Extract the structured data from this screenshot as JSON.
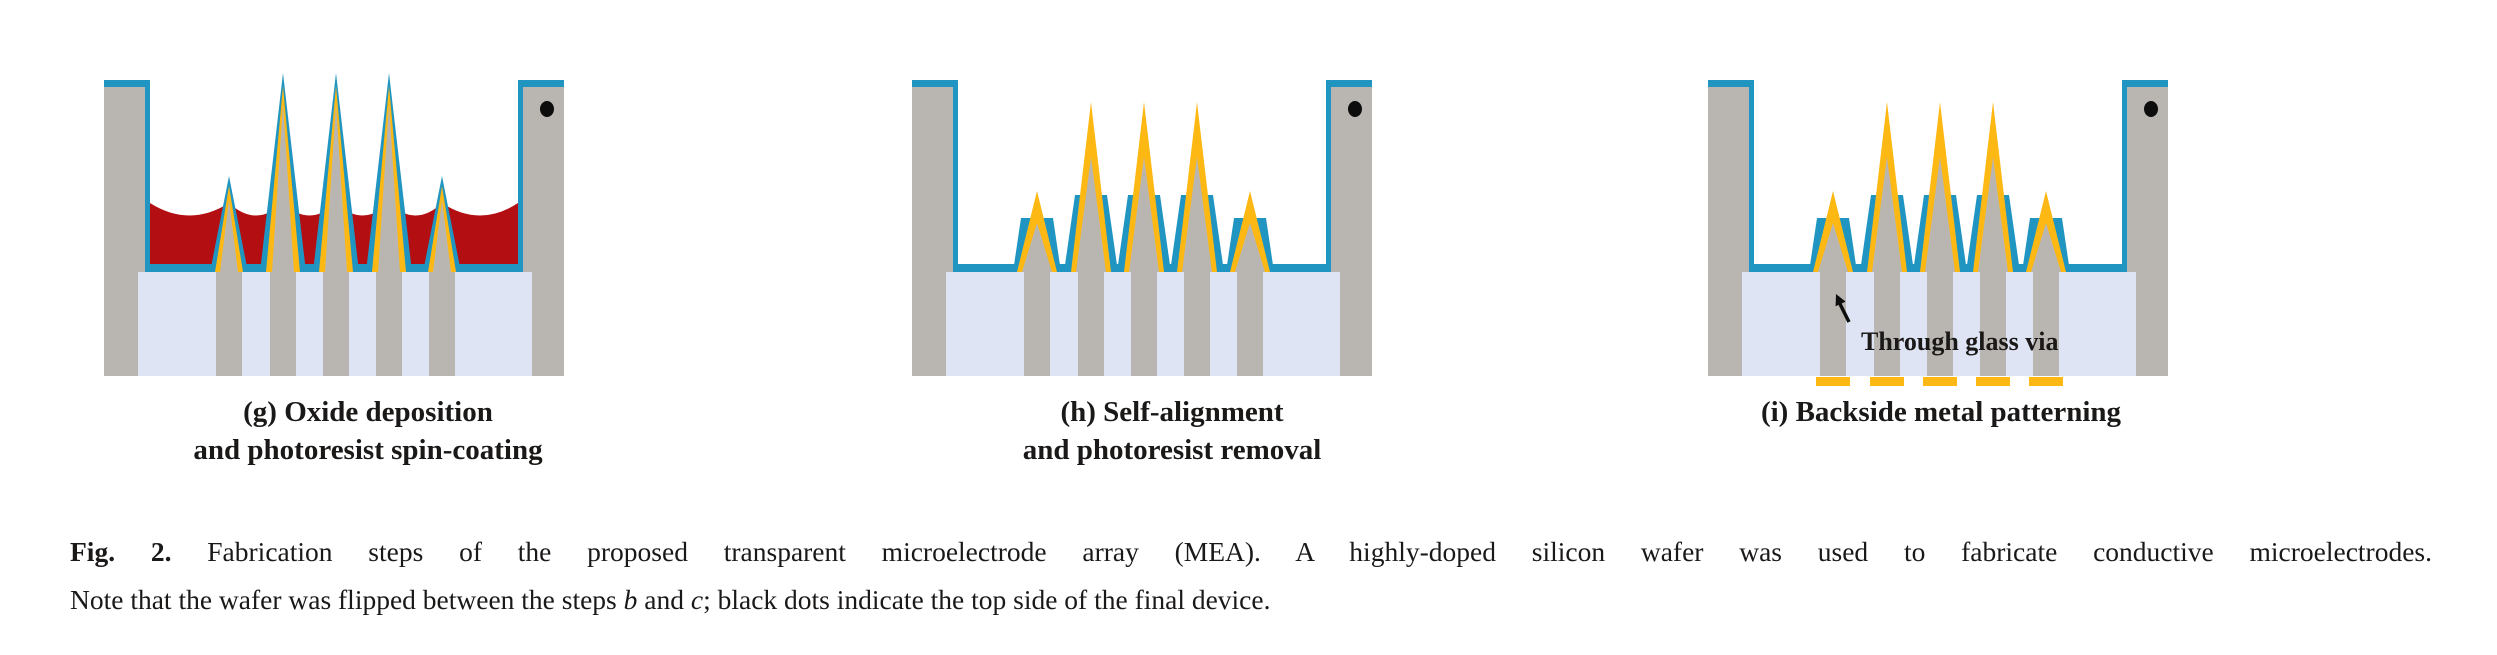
{
  "colors": {
    "silicon_gray": "#b9b6b2",
    "glass_lavender": "#dfe4f5",
    "oxide_blue": "#2095c1",
    "metal_yellow": "#fdb813",
    "photoresist_red": "#b30e11",
    "dot_black": "#0d0d0d",
    "text_black": "#1b1918"
  },
  "panels": [
    {
      "id": "g",
      "style": "oxide_full",
      "photoresist": true,
      "back_metal": false,
      "annotation": "",
      "caption_line1": "(g) Oxide deposition",
      "caption_line2": "and photoresist spin-coating"
    },
    {
      "id": "h",
      "style": "self_aligned",
      "photoresist": false,
      "back_metal": false,
      "annotation": "",
      "caption_line1": "(h) Self-alignment",
      "caption_line2": "and photoresist removal"
    },
    {
      "id": "i",
      "style": "self_aligned",
      "photoresist": false,
      "back_metal": true,
      "annotation": "Through glass via",
      "caption_line1": "(i) Backside metal patterning",
      "caption_line2": ""
    }
  ],
  "caption": {
    "label": "Fig. 2.",
    "line1_rest": "Fabrication steps of the proposed transparent microelectrode array (MEA). A highly-doped silicon wafer was used to fabricate conductive microelectrodes.",
    "line2_parts": [
      "Note that the wafer was flipped between the steps ",
      "b",
      " and ",
      "c",
      "; black dots indicate the top side of the final device."
    ]
  }
}
